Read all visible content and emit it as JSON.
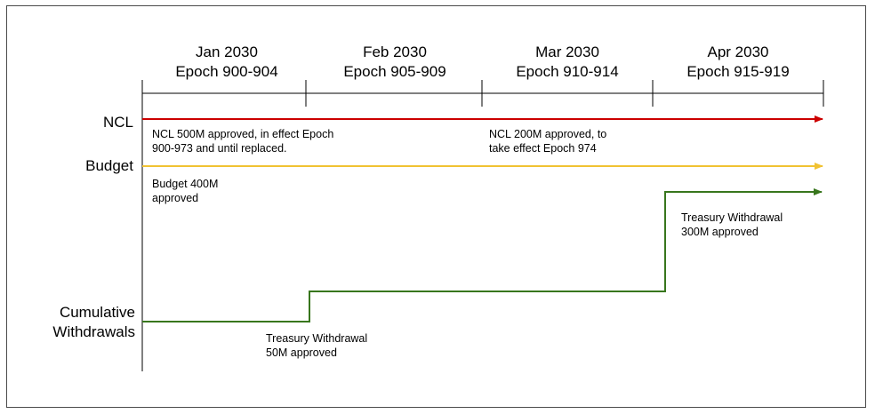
{
  "months": [
    {
      "month": "Jan 2030",
      "epochs": "Epoch 900-904"
    },
    {
      "month": "Feb 2030",
      "epochs": "Epoch 905-909"
    },
    {
      "month": "Mar 2030",
      "epochs": "Epoch 910-914"
    },
    {
      "month": "Apr 2030",
      "epochs": "Epoch 915-919"
    }
  ],
  "rows": {
    "ncl": "NCL",
    "budget": "Budget",
    "cumulative_line1": "Cumulative",
    "cumulative_line2": "Withdrawals"
  },
  "annotations": {
    "ncl_500_line1": "NCL 500M approved, in effect Epoch",
    "ncl_500_line2": "900-973 and until replaced.",
    "ncl_200_line1": "NCL 200M approved, to",
    "ncl_200_line2": "take effect Epoch 974",
    "budget_line1": "Budget 400M",
    "budget_line2": "approved",
    "tw_50_line1": "Treasury Withdrawal",
    "tw_50_line2": "50M approved",
    "tw_300_line1": "Treasury Withdrawal",
    "tw_300_line2": "300M approved"
  },
  "colors": {
    "ncl": "#cc0000",
    "budget": "#f1c232",
    "withdrawals": "#38761d",
    "axis": "#000000"
  }
}
